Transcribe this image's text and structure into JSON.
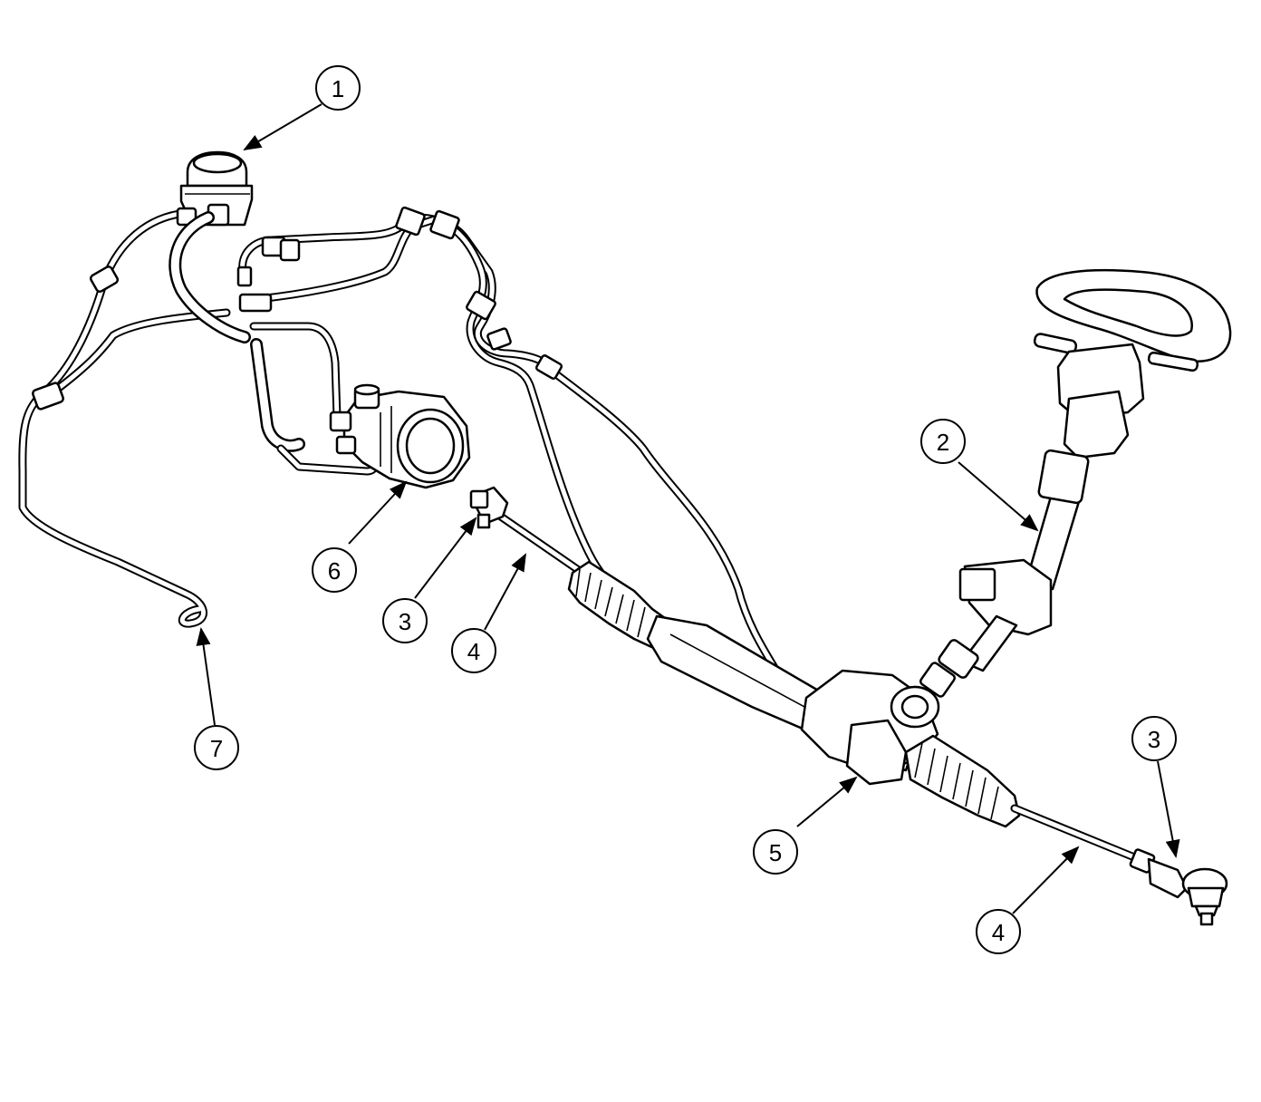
{
  "callouts": [
    {
      "id": "c1",
      "label": "1",
      "part": "reservoir"
    },
    {
      "id": "c2",
      "label": "2",
      "part": "steering-column"
    },
    {
      "id": "c3a",
      "label": "3",
      "part": "tie-rod-end-left"
    },
    {
      "id": "c3b",
      "label": "3",
      "part": "tie-rod-end-right"
    },
    {
      "id": "c4a",
      "label": "4",
      "part": "tie-rod-left"
    },
    {
      "id": "c4b",
      "label": "4",
      "part": "tie-rod-right"
    },
    {
      "id": "c5",
      "label": "5",
      "part": "steering-gear"
    },
    {
      "id": "c6",
      "label": "6",
      "part": "power-steering-pump"
    },
    {
      "id": "c7",
      "label": "7",
      "part": "cooler-line"
    }
  ]
}
